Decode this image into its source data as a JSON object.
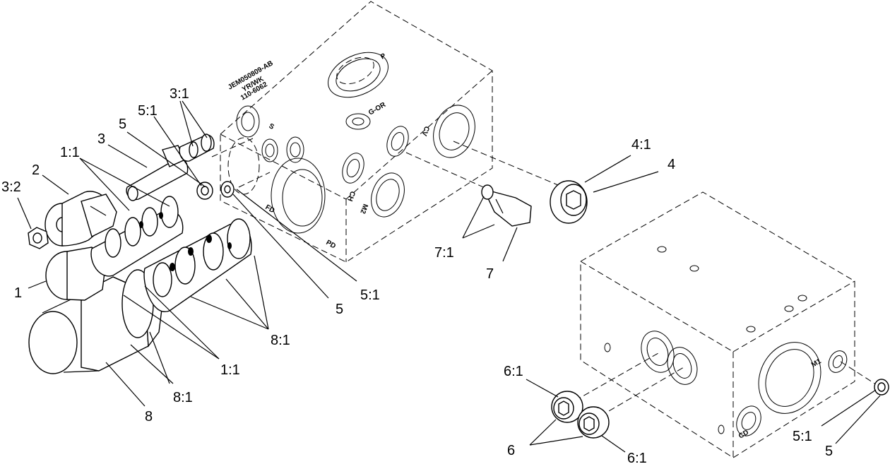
{
  "manifold_upper": {
    "stamp_lines": [
      "JEM050809-AB",
      "YR/WK",
      "110-6062"
    ],
    "ports": {
      "p": "P",
      "g_or": "G-OR",
      "s": "S",
      "cv": "CV",
      "ch": "CH",
      "m2": "M2",
      "fd": "FD",
      "pd": "PD"
    }
  },
  "manifold_lower": {
    "ports": {
      "m1": "M1",
      "cd": "CD"
    }
  },
  "callouts": {
    "c_3_1": "3:1",
    "c_5_1_top": "5:1",
    "c_5_top": "5",
    "c_3": "3",
    "c_1_1_top": "1:1",
    "c_2": "2",
    "c_3_2": "3:2",
    "c_1": "1",
    "c_8": "8",
    "c_8_1_low": "8:1",
    "c_1_1_low": "1:1",
    "c_8_1_mid": "8:1",
    "c_5_mid": "5",
    "c_5_1_mid": "5:1",
    "c_7_1": "7:1",
    "c_7": "7",
    "c_4_1": "4:1",
    "c_4": "4",
    "c_6_1_top": "6:1",
    "c_6": "6",
    "c_6_1_low": "6:1",
    "c_5_1_right": "5:1",
    "c_5_right": "5"
  }
}
